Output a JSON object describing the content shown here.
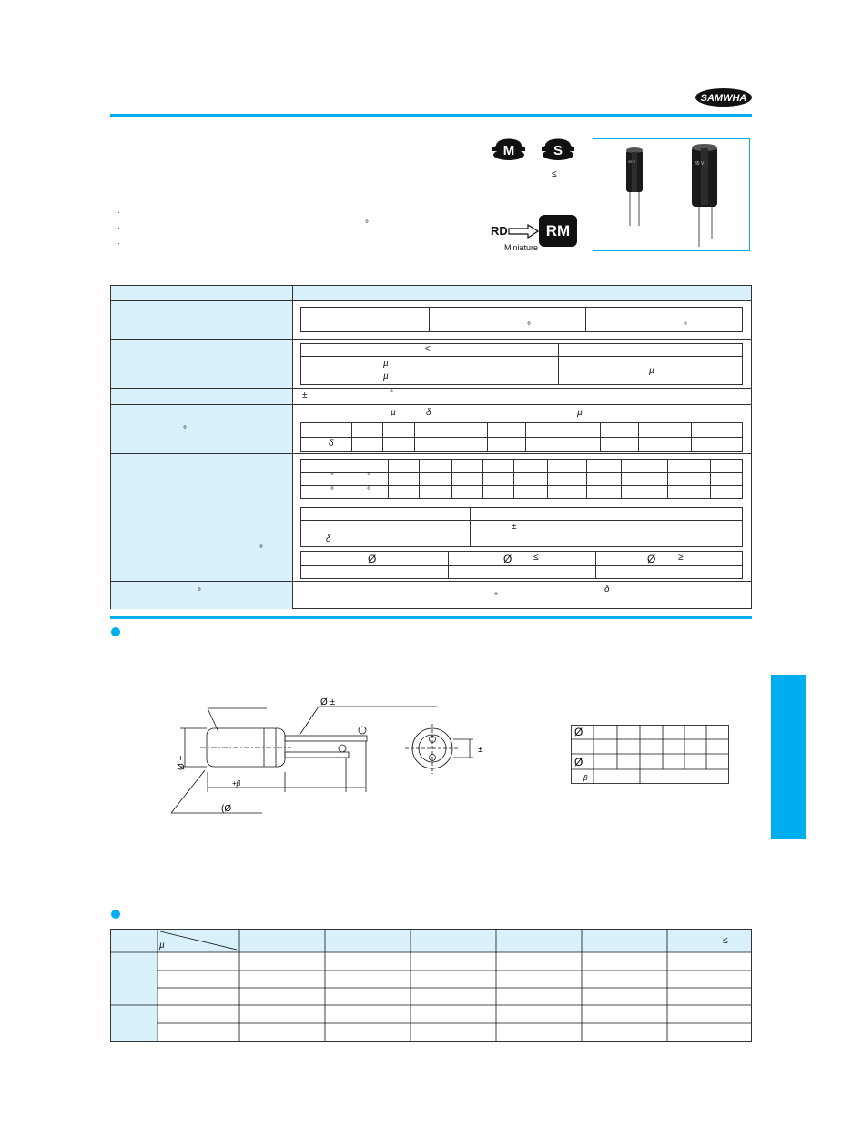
{
  "brand": {
    "logo_text": "SAMWHA"
  },
  "badges": {
    "m": "M",
    "s": "S",
    "le": "≤"
  },
  "bullets": [
    "·",
    "·",
    "·",
    "·"
  ],
  "degree": "°",
  "series": {
    "rd": "RD",
    "rm": "RM",
    "miniature": "Miniature"
  },
  "capacitor_print": {
    "left": "35 V\n470 µF",
    "right": "35 V\n2200 µF"
  },
  "spec": {
    "le": "≤",
    "mu": "µ",
    "pm": "±",
    "deg": "°",
    "delta": "δ",
    "phi": "Ø",
    "ge": "≥"
  },
  "drawing": {
    "phi_pm": "Ø   ±",
    "plus": "+",
    "phi_plus": "Ø   +",
    "plus_beta": "+β",
    "phi_open": "(Ø",
    "pm": "±",
    "plus_sign": "⊕",
    "minus_sign": "⊖"
  },
  "dim_table": {
    "phi": "Ø",
    "beta": "β"
  },
  "bottom_table": {
    "mu": "µ",
    "le": "≤"
  },
  "colors": {
    "accent": "#00aeef",
    "light": "#d9f1fb"
  }
}
